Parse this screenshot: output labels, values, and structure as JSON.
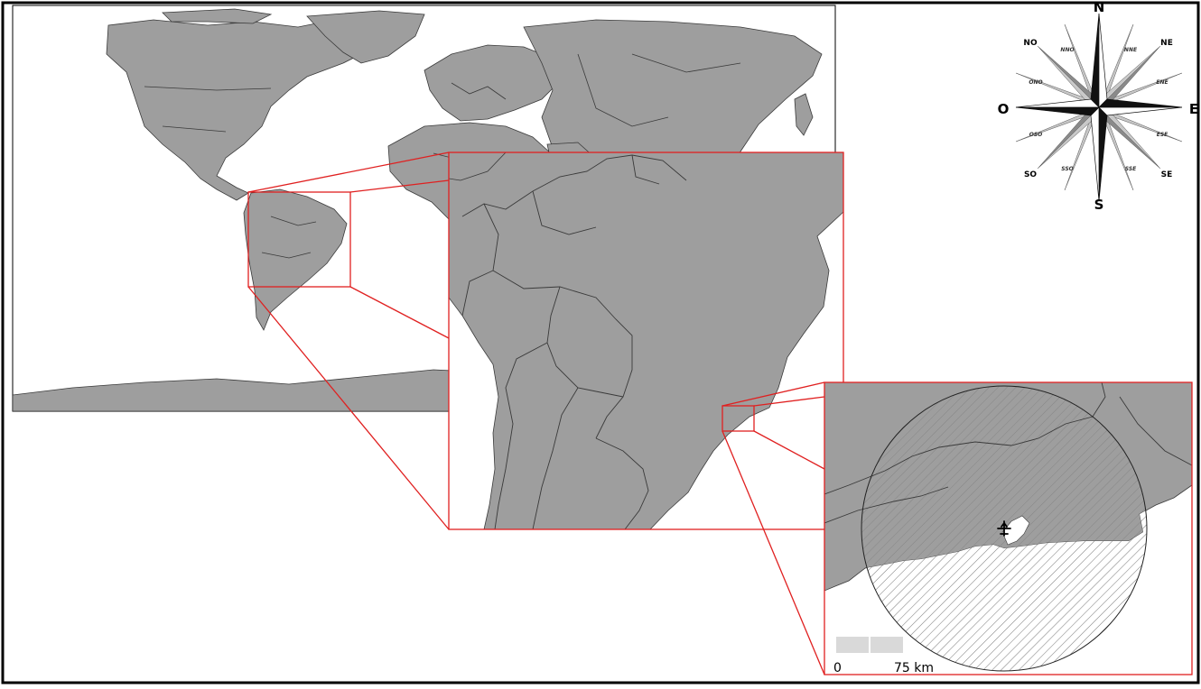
{
  "colors": {
    "land": "#9e9e9e",
    "border": "#3a3a3a",
    "inset_frame": "#e02020",
    "ocean": "#ffffff",
    "scalebar": "#d9d9d9",
    "compass_dark": "#111111",
    "compass_mid": "#8a8a8a",
    "compass_light": "#c8c8c8"
  },
  "compass": {
    "cardinal": {
      "n": "N",
      "s": "S",
      "e": "E",
      "w": "O"
    },
    "intercardinal": {
      "ne": "NE",
      "nw": "NO",
      "se": "SE",
      "sw": "SO"
    },
    "secondary": {
      "nne": "NNE",
      "nnw": "NNO",
      "ene": "ENE",
      "ese": "ESE",
      "sse": "SSE",
      "ssw": "SSO",
      "wsw": "OSO",
      "wnw": "ONO"
    }
  },
  "scale_bar": {
    "start_label": "0",
    "end_label": "75 km",
    "segments": 2
  },
  "icons": {
    "airport": "airplane-icon",
    "north_arrow": "compass-rose-icon"
  },
  "map_features": {
    "study_area": "circle-buffer",
    "inset_levels": 3,
    "hatched_region": "ocean-within-buffer"
  }
}
